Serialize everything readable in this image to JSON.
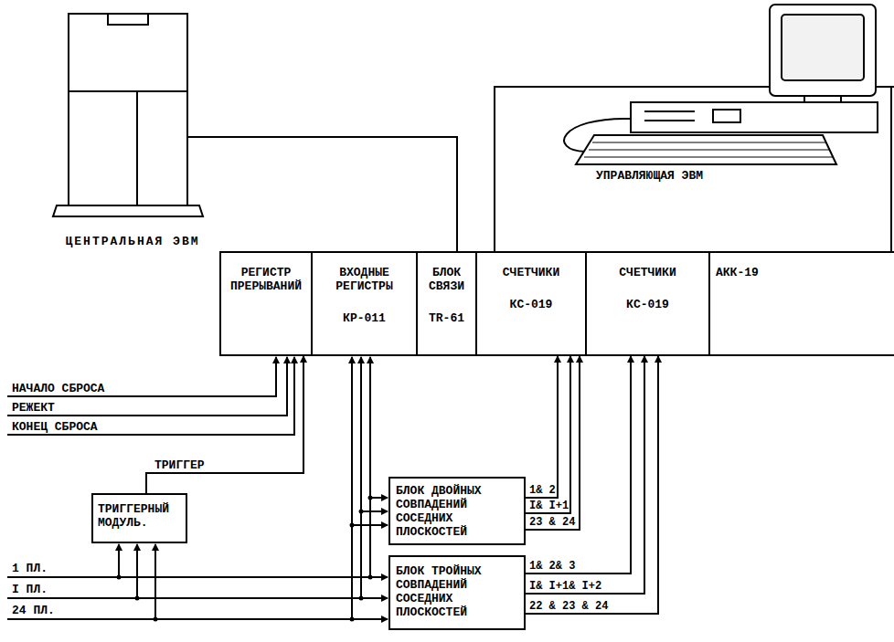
{
  "diagram": {
    "nodes": [
      {
        "text": [
          "ЦЕНТРАЛЬНАЯ ЭВМ"
        ]
      },
      {
        "text": [
          "УПРАВЛЯЮЩАЯ ЭВМ"
        ]
      },
      {
        "text": [
          "РЕГИСТР ПРЕРЫВАНИЙ"
        ]
      },
      {
        "text": [
          "ВХОДНЫЕ РЕГИСТРЫ",
          "КР-011"
        ]
      },
      {
        "text": [
          "БЛОК СВЯЗИ",
          "TR-61"
        ]
      },
      {
        "text": [
          "СЧЕТЧИКИ",
          "КС-019"
        ]
      },
      {
        "text": [
          "СЧЕТЧИКИ",
          "КС-019"
        ]
      },
      {
        "text": [
          "АКК-19"
        ]
      },
      {
        "text": [
          "ТРИГГЕРНЫЙ МОДУЛЬ."
        ]
      },
      {
        "text": [
          "БЛОК ДВОЙНЫХ СОВПАДЕНИЙ СОСЕДНИХ ПЛОСКОСТЕЙ"
        ]
      },
      {
        "text": [
          "БЛОК ТРОЙНЫХ СОВПАДЕНИЙ СОСЕДНИХ ПЛОСКОСТЕЙ"
        ]
      }
    ],
    "edges": [
      {
        "from": 0,
        "to": 4,
        "arrow": "none"
      },
      {
        "from": 8,
        "to": 2,
        "label": "ТРИГГЕР",
        "arrow": "to"
      },
      {
        "from": 9,
        "to": 5,
        "label": "1& 2",
        "arrow": "to"
      },
      {
        "from": 9,
        "to": 5,
        "label": "I& I+1",
        "arrow": "to"
      },
      {
        "from": 9,
        "to": 5,
        "label": "23 & 24",
        "arrow": "to"
      },
      {
        "from": 10,
        "to": 6,
        "label": "1& 2& 3",
        "arrow": "to"
      },
      {
        "from": 10,
        "to": 6,
        "label": "I& I+1& I+2",
        "arrow": "to"
      },
      {
        "from": 10,
        "to": 6,
        "label": "22 & 23 & 24",
        "arrow": "to"
      }
    ],
    "labels": [
      "НАЧАЛО СБРОСА",
      "РЕЖЕКТ",
      "КОНЕЦ СБРОСА",
      "1 ПЛ.",
      "I ПЛ.",
      "24 ПЛ."
    ]
  }
}
